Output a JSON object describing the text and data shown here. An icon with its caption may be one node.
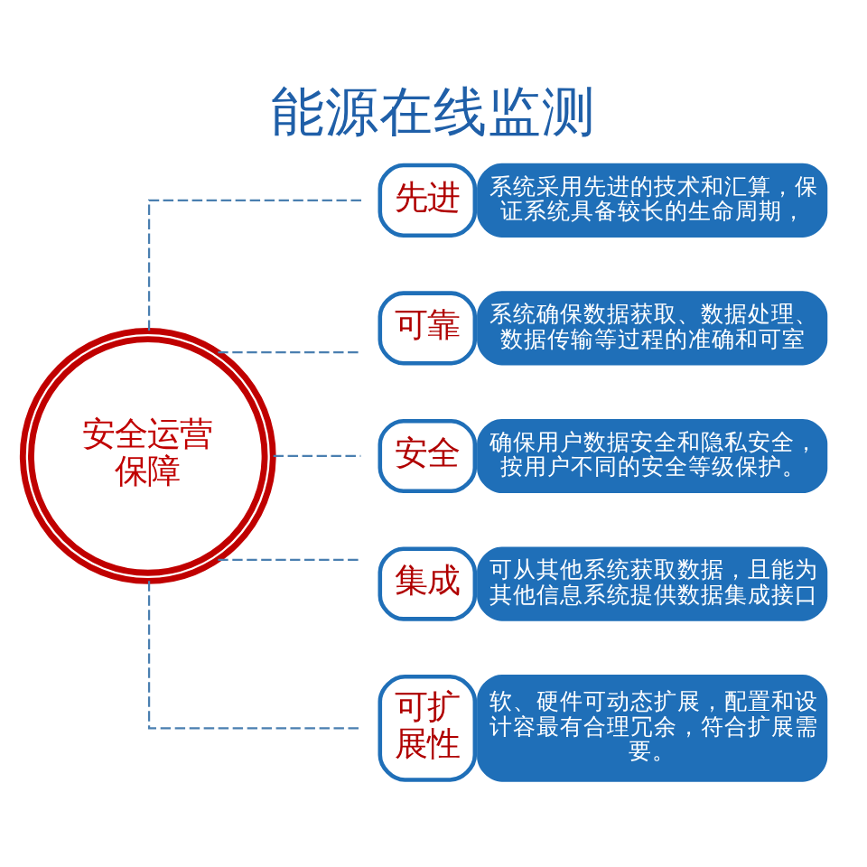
{
  "diagram": {
    "title": "能源在线监测",
    "nodes": [
      {
        "text": [
          "安全运营保障"
        ]
      },
      {
        "text": [
          "先进",
          "系统采用先进的技术和汇算，保证系统具备较长的生命周期，"
        ]
      },
      {
        "text": [
          "可靠",
          "系统确保数据获取、数据处理、数据传输等过程的准确和可室"
        ]
      },
      {
        "text": [
          "安全",
          "确保用户数据安全和隐私安全，按用户不同的安全等级保护。"
        ]
      },
      {
        "text": [
          "集成",
          "可从其他系统获取数据，且能为其他信息系统提供数据集成接口"
        ]
      },
      {
        "text": [
          "可扩展性",
          "软、硬件可动态扩展，配置和设计容最有合理冗余，符合扩展需要。"
        ]
      }
    ],
    "edges": [
      {
        "from": 0,
        "to": 1,
        "arrow": "none",
        "style": "dashed"
      },
      {
        "from": 0,
        "to": 2,
        "arrow": "none",
        "style": "dashed"
      },
      {
        "from": 0,
        "to": 3,
        "arrow": "none",
        "style": "dashed"
      },
      {
        "from": 0,
        "to": 4,
        "arrow": "none",
        "style": "dashed"
      },
      {
        "from": 0,
        "to": 5,
        "arrow": "none",
        "style": "dashed"
      }
    ]
  }
}
